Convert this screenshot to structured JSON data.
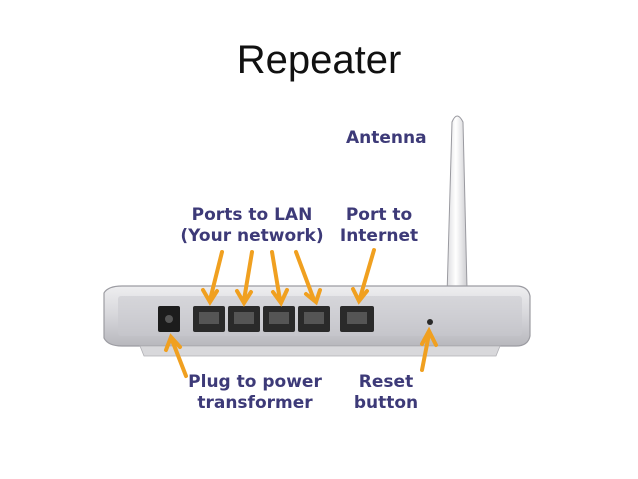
{
  "slide": {
    "title": "Repeater"
  },
  "labels": {
    "antenna": "Antenna",
    "lan_line1": "Ports to LAN",
    "lan_line2": "(Your network)",
    "internet_line1": "Port to",
    "internet_line2": "Internet",
    "power_line1": "Plug to power",
    "power_line2": "transformer",
    "reset_line1": "Reset",
    "reset_line2": "button"
  },
  "colors": {
    "label_text": "#3d3a78",
    "arrow": "#f0a020",
    "router_body": "#dcdcde",
    "port": "#2a2a2a"
  }
}
